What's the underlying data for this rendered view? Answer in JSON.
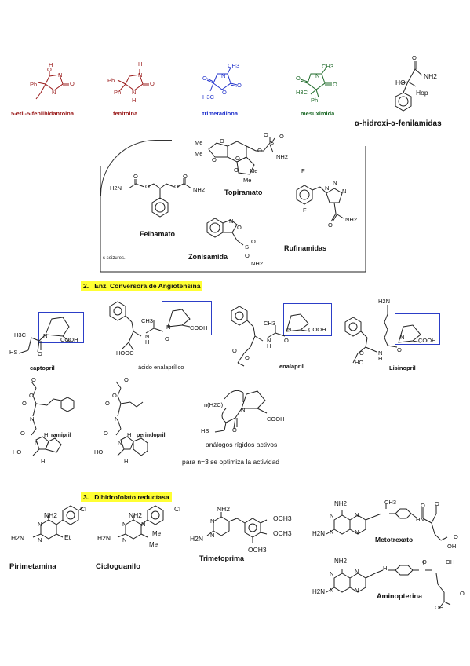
{
  "row1": {
    "c1": {
      "name": "5-etil-5-fenilhidantoina",
      "atoms": {
        "h": "H",
        "n": "N",
        "o1": "O",
        "o2": "O",
        "ph": "Ph",
        "nh": "N"
      }
    },
    "c2": {
      "name": "fenitoina",
      "atoms": {
        "h1": "H",
        "h2": "H",
        "n1": "N",
        "n2": "N",
        "o1": "O",
        "o2": "O",
        "ph1": "Ph",
        "ph2": "Ph"
      }
    },
    "c3": {
      "name": "trimetadiona",
      "atoms": {
        "ch3": "CH3",
        "n": "N",
        "o1": "O",
        "o2": "O",
        "o3": "O",
        "h3c": "H3C"
      }
    },
    "c4": {
      "name": "mesuximida",
      "atoms": {
        "ch3": "CH3",
        "n": "N",
        "o1": "O",
        "o2": "O",
        "h3c": "H3C",
        "ph": "Ph"
      }
    },
    "c5": {
      "name": "α-hidroxi-α-fenilamidas",
      "atoms": {
        "o": "O",
        "nh2": "NH2",
        "ho": "HO",
        "hop": "Hop"
      }
    }
  },
  "panel": {
    "topiramato": {
      "name": "Topiramato",
      "atoms": {
        "me1": "Me",
        "me2": "Me",
        "me3": "Me",
        "me4": "Me",
        "o1": "O",
        "o2": "O",
        "o3": "O",
        "o4": "O",
        "o5": "O",
        "s": "S",
        "o6": "O",
        "o7": "O",
        "nh2": "NH2"
      }
    },
    "felbamato": {
      "name": "Felbamato",
      "atoms": {
        "o1": "O",
        "o2": "O",
        "o3": "O",
        "o4": "O",
        "nh2a": "H2N",
        "nh2b": "NH2"
      }
    },
    "rufinamidas": {
      "name": "Rufinamidas",
      "atoms": {
        "f1": "F",
        "f2": "F",
        "n1": "N",
        "n2": "N",
        "n3": "N",
        "o": "O",
        "nh2": "NH2"
      }
    },
    "zonisamida": {
      "name": "Zonisamida",
      "atoms": {
        "n": "N",
        "o": "O",
        "s": "S",
        "o1": "O",
        "o2": "O",
        "nh2": "NH2"
      }
    },
    "footnote": "s seizures."
  },
  "section2": {
    "number": "2.",
    "title": "Enz. Conversora de Angiotensina",
    "captopril": {
      "name": "captopril",
      "atoms": {
        "h3c": "H3C",
        "n": "N",
        "cooh": "COOH",
        "hs": "HS",
        "o": "O"
      }
    },
    "enalaprilico": {
      "name": "ácido enalaprílico",
      "atoms": {
        "ch3": "CH3",
        "nh": "N",
        "h": "H",
        "n": "N",
        "cooh": "COOH",
        "o": "O",
        "hooc": "HOOC"
      }
    },
    "enalapril": {
      "name": "enalapril",
      "atoms": {
        "ch3": "CH3",
        "nh": "N",
        "h": "H",
        "n": "N",
        "cooh": "COOH",
        "o1": "O",
        "o2": "O",
        "o3": "O"
      }
    },
    "lisinopril": {
      "name": "Lisinopril",
      "atoms": {
        "h2n": "H2N",
        "nh": "N",
        "h": "H",
        "n": "N",
        "cooh": "COOH",
        "o": "O",
        "ho": "HO",
        "o2": "O"
      }
    },
    "ramipril": {
      "name": "ramipril",
      "atoms": {
        "o1": "O",
        "o2": "O",
        "o3": "O",
        "h1": "H",
        "h2": "H",
        "n": "N",
        "nh": "N",
        "ho": "HO",
        "o4": "O"
      }
    },
    "perindopril": {
      "name": "perindopril",
      "atoms": {
        "o1": "O",
        "o2": "O",
        "o3": "O",
        "h1": "H",
        "h2": "H",
        "n": "N",
        "nh": "N",
        "ho": "HO",
        "o4": "O"
      }
    },
    "analogos": {
      "atoms": {
        "h2c": "n(H2C)",
        "n": "N",
        "cooh": "COOH",
        "hs": "HS",
        "o": "O"
      },
      "caption1": "análogos rígidos activos",
      "caption2": "para n=3 se optimiza la actividad"
    }
  },
  "section3": {
    "number": "3.",
    "title": "Dihidrofolato reductasa",
    "pirimetamina": {
      "name": "Pirimetamina",
      "atoms": {
        "nh2": "NH2",
        "h2n": "H2N",
        "cl": "Cl",
        "et": "Et",
        "n1": "N",
        "n2": "N"
      }
    },
    "cicloguanilo": {
      "name": "Cicloguanilo",
      "atoms": {
        "nh2": "NH2",
        "h2n": "H2N",
        "cl": "Cl",
        "me1": "Me",
        "me2": "Me",
        "n1": "N",
        "n2": "N",
        "n3": "N"
      }
    },
    "trimetoprima": {
      "name": "Trimetoprima",
      "atoms": {
        "nh2": "NH2",
        "h2n": "H2N",
        "n1": "N",
        "n2": "N",
        "och3a": "OCH3",
        "och3b": "OCH3",
        "och3c": "OCH3"
      }
    },
    "metotrexato": {
      "name": "Metotrexato",
      "atoms": {
        "nh2": "NH2",
        "h2n": "H2N",
        "ch3": "CH3",
        "n1": "N",
        "n2": "N",
        "n3": "N",
        "n4": "N",
        "hn": "HN",
        "o1": "O",
        "o2": "O",
        "o3": "O",
        "oh": "OH"
      }
    },
    "aminopterina": {
      "name": "Aminopterina",
      "atoms": {
        "nh2": "NH2",
        "h2n": "H2N",
        "n1": "N",
        "n2": "N",
        "n3": "N",
        "n4": "N",
        "h": "H",
        "o1": "O",
        "oh1": "OH",
        "oh2": "OH",
        "o2": "O"
      }
    }
  }
}
